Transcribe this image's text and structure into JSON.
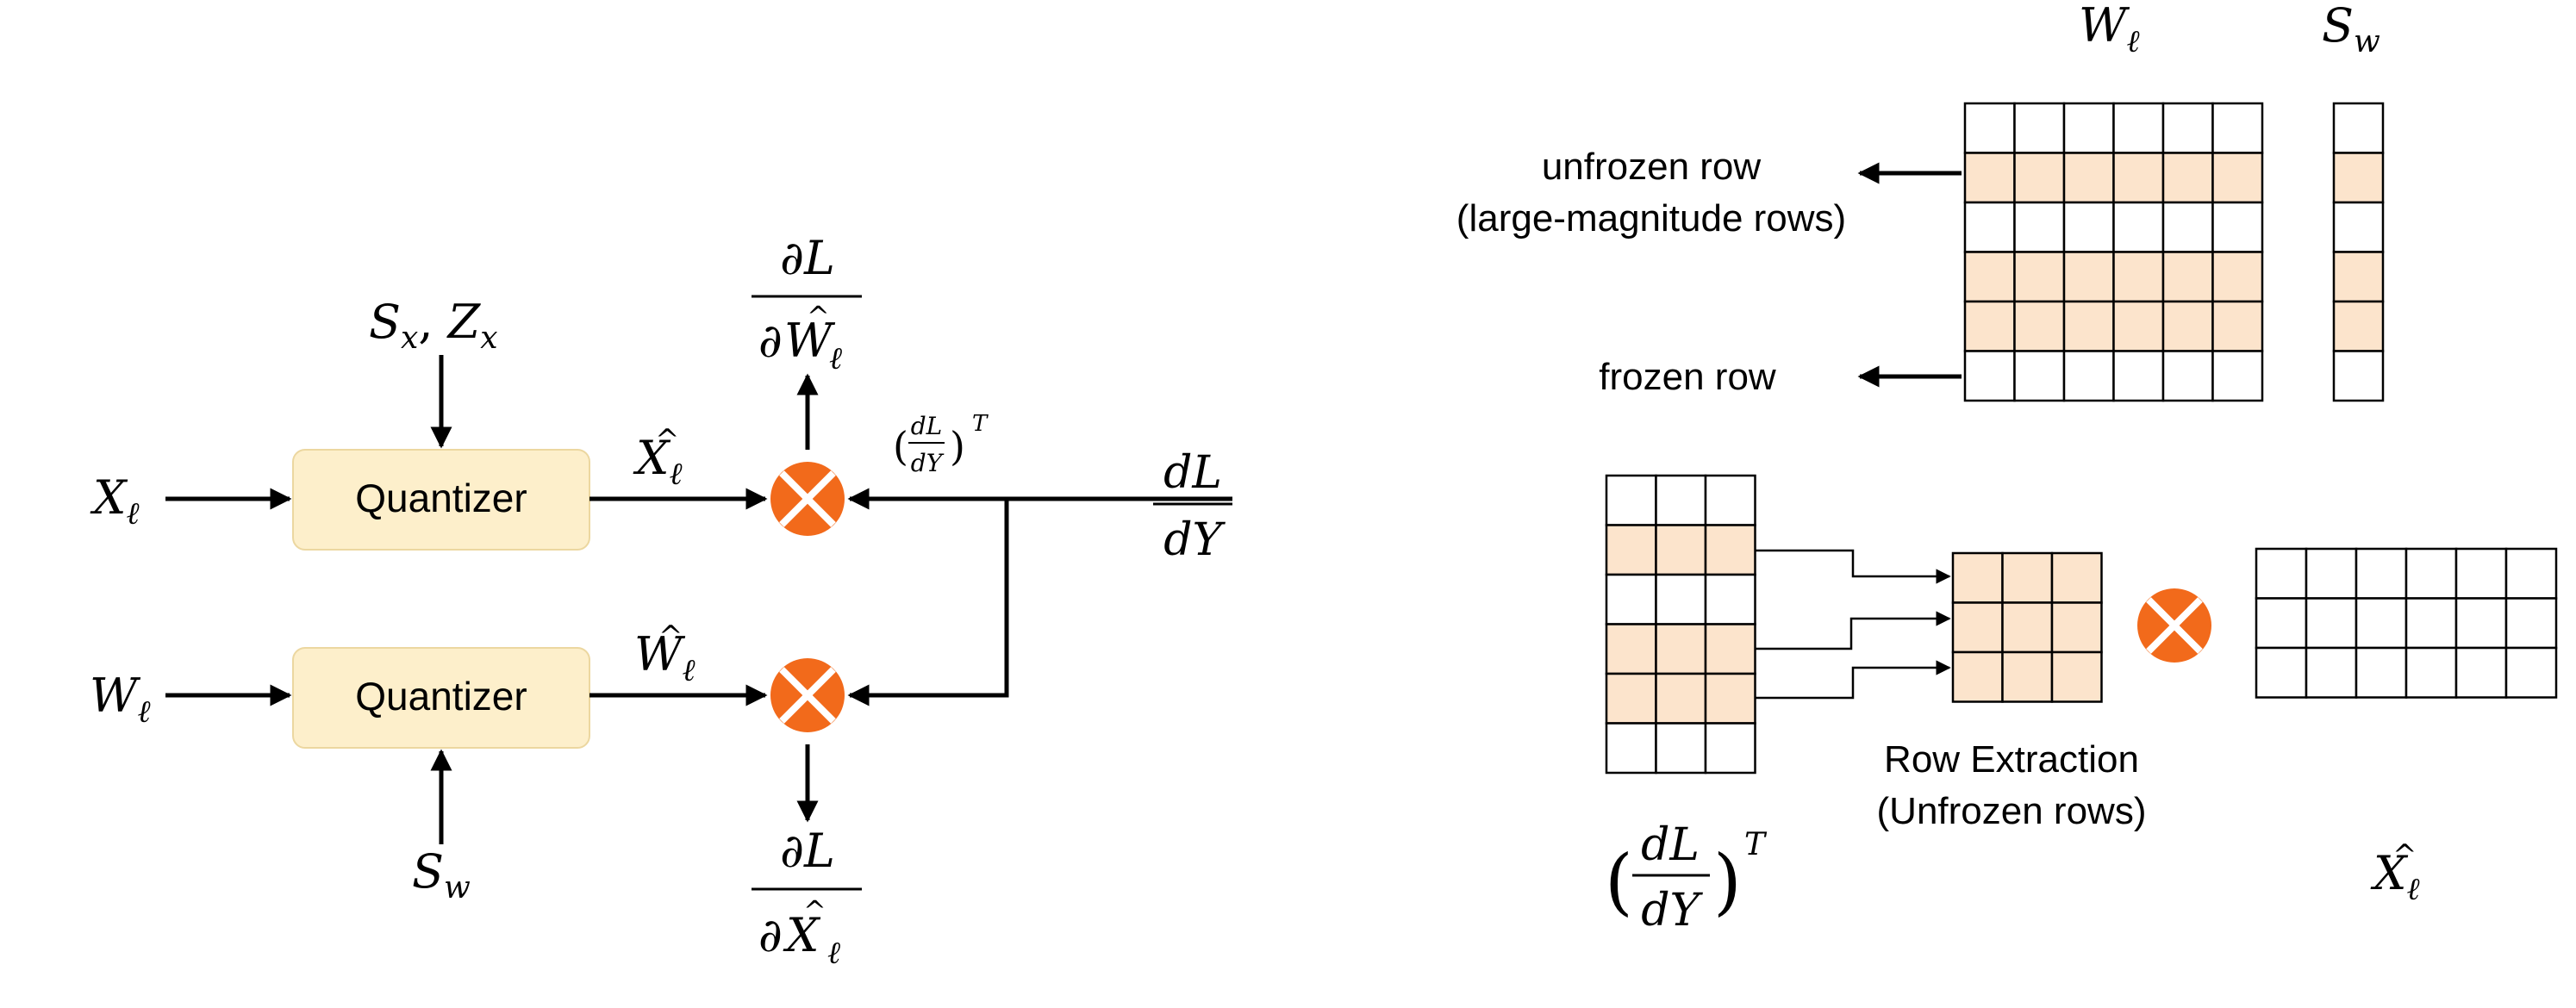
{
  "colors": {
    "quantizer_fill": "#fdefcb",
    "quantizer_stroke": "#ecd7a0",
    "multiply_fill": "#f26a1b",
    "highlight_row": "#fce4cc",
    "line": "#000000"
  },
  "left": {
    "quantizer_top_label": "Quantizer",
    "quantizer_bottom_label": "Quantizer",
    "input_x": {
      "base": "X",
      "sub": "ℓ"
    },
    "input_w": {
      "base": "W",
      "sub": "ℓ"
    },
    "scale_x": {
      "a": "S",
      "a_sub": "x",
      "sep": ", ",
      "b": "Z",
      "b_sub": "x"
    },
    "scale_w": {
      "base": "S",
      "sub": "w"
    },
    "x_hat": {
      "base": "X",
      "hat": "^",
      "sub": "ℓ"
    },
    "w_hat": {
      "base": "W",
      "hat": "^",
      "sub": "ℓ"
    },
    "grad_w": {
      "num": "∂L",
      "den_d": "∂",
      "den_base": "W",
      "den_hat": "^",
      "den_sub": "ℓ"
    },
    "grad_x": {
      "num": "∂L",
      "den_d": "∂",
      "den_base": "X",
      "den_hat": "^",
      "den_sub": "ℓ"
    },
    "dl_dy": {
      "num": "dL",
      "den": "dY"
    },
    "dl_dy_t": {
      "lp": "(",
      "num": "dL",
      "den": "dY",
      "rp": ")",
      "sup": "T"
    },
    "multiply_symbol": "multiply-icon"
  },
  "right": {
    "w_label": {
      "base": "W",
      "sub": "ℓ"
    },
    "s_label": {
      "base": "S",
      "sub": "w"
    },
    "unfrozen_line1": "unfrozen row",
    "unfrozen_line2": "(large-magnitude rows)",
    "frozen_label": "frozen row",
    "extraction_line1": "Row Extraction",
    "extraction_line2": "(Unfrozen rows)",
    "dl_dy_t": {
      "lp": "(",
      "num": "dL",
      "den": "dY",
      "rp": ")",
      "sup": "T"
    },
    "x_hat": {
      "base": "X",
      "hat": "^",
      "sub": "ℓ"
    },
    "w_grid": {
      "rows": 6,
      "cols": 6,
      "highlight_rows": [
        1,
        3,
        4
      ]
    },
    "s_vector": {
      "rows": 6,
      "cols": 1,
      "highlight_rows": [
        1,
        3,
        4
      ]
    },
    "grad_grid": {
      "rows": 6,
      "cols": 3,
      "highlight_rows": [
        1,
        3,
        4
      ]
    },
    "extracted_grid": {
      "rows": 3,
      "cols": 3,
      "highlight_rows": [
        0,
        1,
        2
      ]
    },
    "x_grid": {
      "rows": 3,
      "cols": 6,
      "highlight_rows": []
    }
  }
}
